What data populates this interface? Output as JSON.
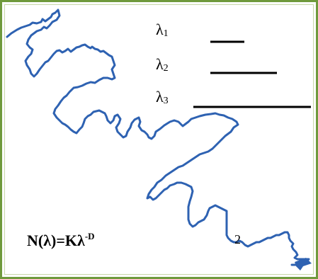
{
  "colors": {
    "frame_border": "#6f9a3c",
    "curve": "#2e62b2",
    "scale_bars": "#000000",
    "text": "#000000"
  },
  "scale_labels": [
    {
      "symbol": "λ",
      "subscript": "1"
    },
    {
      "symbol": "λ",
      "subscript": "2"
    },
    {
      "symbol": "λ",
      "subscript": "3"
    }
  ],
  "formula": {
    "base": "N(λ)=Kλ",
    "exponent": "-D"
  },
  "curve_label": "2"
}
